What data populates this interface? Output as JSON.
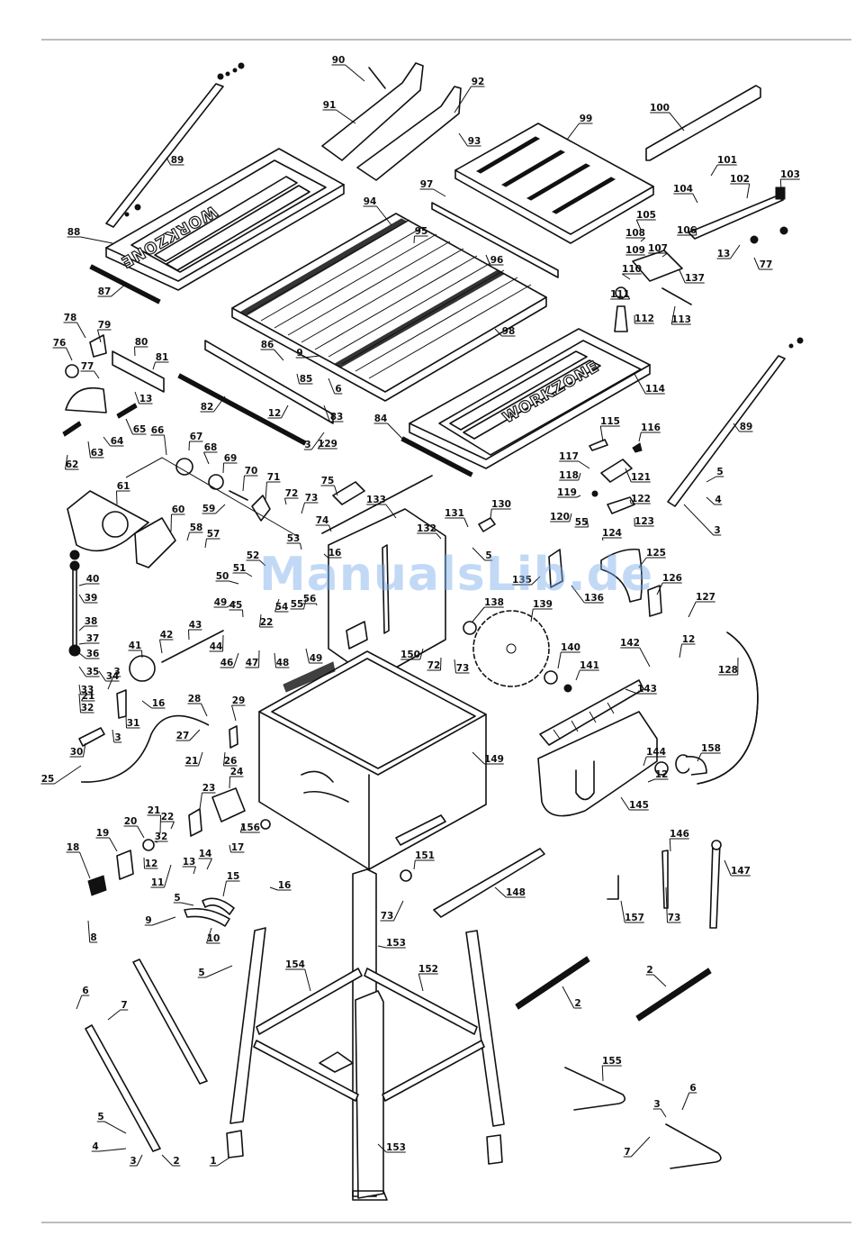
{
  "document": {
    "type": "exploded-parts-diagram",
    "brand_marks": [
      "WORKZONE",
      "WORKZONE"
    ],
    "watermark": "ManualsLib.de"
  },
  "parts": [
    {
      "no": "90"
    },
    {
      "no": "91"
    },
    {
      "no": "92"
    },
    {
      "no": "93"
    },
    {
      "no": "89"
    },
    {
      "no": "99"
    },
    {
      "no": "100"
    },
    {
      "no": "101"
    },
    {
      "no": "102"
    },
    {
      "no": "103"
    },
    {
      "no": "104"
    },
    {
      "no": "105"
    },
    {
      "no": "106"
    },
    {
      "no": "107"
    },
    {
      "no": "108"
    },
    {
      "no": "109"
    },
    {
      "no": "110"
    },
    {
      "no": "111"
    },
    {
      "no": "112"
    },
    {
      "no": "113"
    },
    {
      "no": "137"
    },
    {
      "no": "13"
    },
    {
      "no": "77"
    },
    {
      "no": "88"
    },
    {
      "no": "87"
    },
    {
      "no": "94"
    },
    {
      "no": "95"
    },
    {
      "no": "96"
    },
    {
      "no": "97"
    },
    {
      "no": "98"
    },
    {
      "no": "78"
    },
    {
      "no": "79"
    },
    {
      "no": "80"
    },
    {
      "no": "81"
    },
    {
      "no": "76"
    },
    {
      "no": "77"
    },
    {
      "no": "13"
    },
    {
      "no": "86"
    },
    {
      "no": "9"
    },
    {
      "no": "85"
    },
    {
      "no": "6"
    },
    {
      "no": "82"
    },
    {
      "no": "12"
    },
    {
      "no": "83"
    },
    {
      "no": "3"
    },
    {
      "no": "129"
    },
    {
      "no": "84"
    },
    {
      "no": "114"
    },
    {
      "no": "89"
    },
    {
      "no": "65"
    },
    {
      "no": "64"
    },
    {
      "no": "63"
    },
    {
      "no": "62"
    },
    {
      "no": "66"
    },
    {
      "no": "67"
    },
    {
      "no": "68"
    },
    {
      "no": "69"
    },
    {
      "no": "70"
    },
    {
      "no": "71"
    },
    {
      "no": "72"
    },
    {
      "no": "73"
    },
    {
      "no": "75"
    },
    {
      "no": "74"
    },
    {
      "no": "115"
    },
    {
      "no": "116"
    },
    {
      "no": "117"
    },
    {
      "no": "118"
    },
    {
      "no": "121"
    },
    {
      "no": "119"
    },
    {
      "no": "122"
    },
    {
      "no": "120"
    },
    {
      "no": "55"
    },
    {
      "no": "123"
    },
    {
      "no": "124"
    },
    {
      "no": "5"
    },
    {
      "no": "4"
    },
    {
      "no": "3"
    },
    {
      "no": "61"
    },
    {
      "no": "60"
    },
    {
      "no": "58"
    },
    {
      "no": "57"
    },
    {
      "no": "59"
    },
    {
      "no": "133"
    },
    {
      "no": "132"
    },
    {
      "no": "131"
    },
    {
      "no": "130"
    },
    {
      "no": "5"
    },
    {
      "no": "53"
    },
    {
      "no": "16"
    },
    {
      "no": "52"
    },
    {
      "no": "51"
    },
    {
      "no": "50"
    },
    {
      "no": "49"
    },
    {
      "no": "54"
    },
    {
      "no": "55"
    },
    {
      "no": "56"
    },
    {
      "no": "135"
    },
    {
      "no": "136"
    },
    {
      "no": "125"
    },
    {
      "no": "126"
    },
    {
      "no": "127"
    },
    {
      "no": "138"
    },
    {
      "no": "139"
    },
    {
      "no": "40"
    },
    {
      "no": "39"
    },
    {
      "no": "38"
    },
    {
      "no": "37"
    },
    {
      "no": "36"
    },
    {
      "no": "35"
    },
    {
      "no": "34"
    },
    {
      "no": "33"
    },
    {
      "no": "32"
    },
    {
      "no": "21"
    },
    {
      "no": "3"
    },
    {
      "no": "41"
    },
    {
      "no": "42"
    },
    {
      "no": "43"
    },
    {
      "no": "44"
    },
    {
      "no": "45"
    },
    {
      "no": "22"
    },
    {
      "no": "46"
    },
    {
      "no": "47"
    },
    {
      "no": "48"
    },
    {
      "no": "49"
    },
    {
      "no": "150"
    },
    {
      "no": "72"
    },
    {
      "no": "73"
    },
    {
      "no": "140"
    },
    {
      "no": "141"
    },
    {
      "no": "142"
    },
    {
      "no": "12"
    },
    {
      "no": "143"
    },
    {
      "no": "128"
    },
    {
      "no": "16"
    },
    {
      "no": "31"
    },
    {
      "no": "3"
    },
    {
      "no": "30"
    },
    {
      "no": "28"
    },
    {
      "no": "29"
    },
    {
      "no": "27"
    },
    {
      "no": "21"
    },
    {
      "no": "26"
    },
    {
      "no": "25"
    },
    {
      "no": "149"
    },
    {
      "no": "144"
    },
    {
      "no": "12"
    },
    {
      "no": "158"
    },
    {
      "no": "145"
    },
    {
      "no": "24"
    },
    {
      "no": "23"
    },
    {
      "no": "156"
    },
    {
      "no": "17"
    },
    {
      "no": "22"
    },
    {
      "no": "21"
    },
    {
      "no": "20"
    },
    {
      "no": "32"
    },
    {
      "no": "12"
    },
    {
      "no": "11"
    },
    {
      "no": "19"
    },
    {
      "no": "18"
    },
    {
      "no": "13"
    },
    {
      "no": "14"
    },
    {
      "no": "15"
    },
    {
      "no": "16"
    },
    {
      "no": "5"
    },
    {
      "no": "9"
    },
    {
      "no": "10"
    },
    {
      "no": "8"
    },
    {
      "no": "73"
    },
    {
      "no": "151"
    },
    {
      "no": "73"
    },
    {
      "no": "148"
    },
    {
      "no": "146"
    },
    {
      "no": "147"
    },
    {
      "no": "157"
    },
    {
      "no": "153"
    },
    {
      "no": "5"
    },
    {
      "no": "154"
    },
    {
      "no": "152"
    },
    {
      "no": "2"
    },
    {
      "no": "2"
    },
    {
      "no": "6"
    },
    {
      "no": "7"
    },
    {
      "no": "155"
    },
    {
      "no": "5"
    },
    {
      "no": "4"
    },
    {
      "no": "3"
    },
    {
      "no": "2"
    },
    {
      "no": "1"
    },
    {
      "no": "153"
    },
    {
      "no": "3"
    },
    {
      "no": "6"
    },
    {
      "no": "7"
    }
  ]
}
